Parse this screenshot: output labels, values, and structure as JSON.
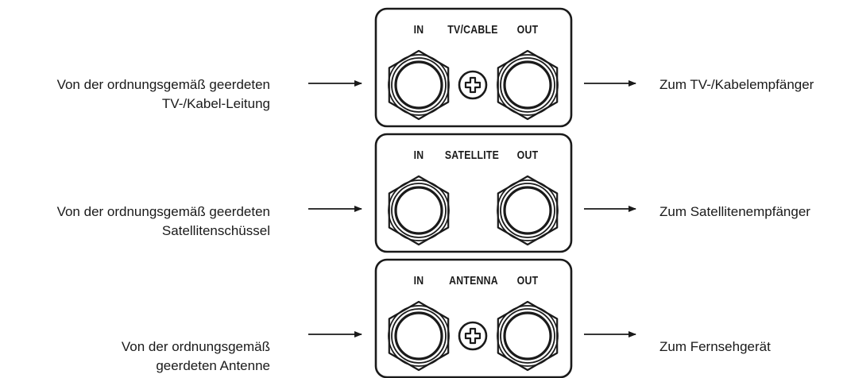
{
  "panels": [
    {
      "id": "tvcable",
      "in_label": "IN",
      "name": "TV/CABLE",
      "out_label": "OUT",
      "has_ground": true,
      "source_lines": [
        "Von der ordnungsgemäß geerdeten",
        "TV-/Kabel-Leitung"
      ],
      "destination": "Zum TV-/Kabelempfänger"
    },
    {
      "id": "satellite",
      "in_label": "IN",
      "name": "SATELLITE",
      "out_label": "OUT",
      "has_ground": false,
      "source_lines": [
        "Von der ordnungsgemäß geerdeten",
        "Satellitenschüssel"
      ],
      "destination": "Zum Satellitenempfänger"
    },
    {
      "id": "antenna",
      "in_label": "IN",
      "name": "ANTENNA",
      "out_label": "OUT",
      "has_ground": true,
      "source_lines": [
        "Von der ordnungsgemäß",
        "geerdeten Antenne"
      ],
      "destination": "Zum Fernsehgerät"
    }
  ],
  "colors": {
    "stroke": "#1a1a1a",
    "background": "#ffffff"
  },
  "icons": {
    "connector": "coax-connector-icon",
    "ground": "ground-screw-icon",
    "arrow": "arrow-right-icon"
  }
}
